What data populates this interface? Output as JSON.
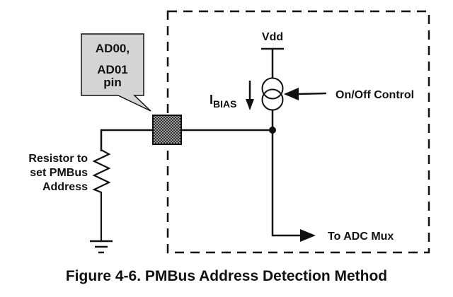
{
  "figure": {
    "caption": "Figure 4-6. PMBus Address Detection Method"
  },
  "callout": {
    "line1": "AD00,",
    "line2": "AD01",
    "line3": "pin",
    "fill": "#d4d4d4"
  },
  "labels": {
    "vdd": "Vdd",
    "ibias_main": "I",
    "ibias_sub": "BIAS",
    "onoff": "On/Off Control",
    "adc": "To ADC Mux",
    "resistor_line1": "Resistor to",
    "resistor_line2": "set PMBus",
    "resistor_line3": "Address"
  },
  "colors": {
    "ink": "#111111",
    "background": "#ffffff"
  }
}
